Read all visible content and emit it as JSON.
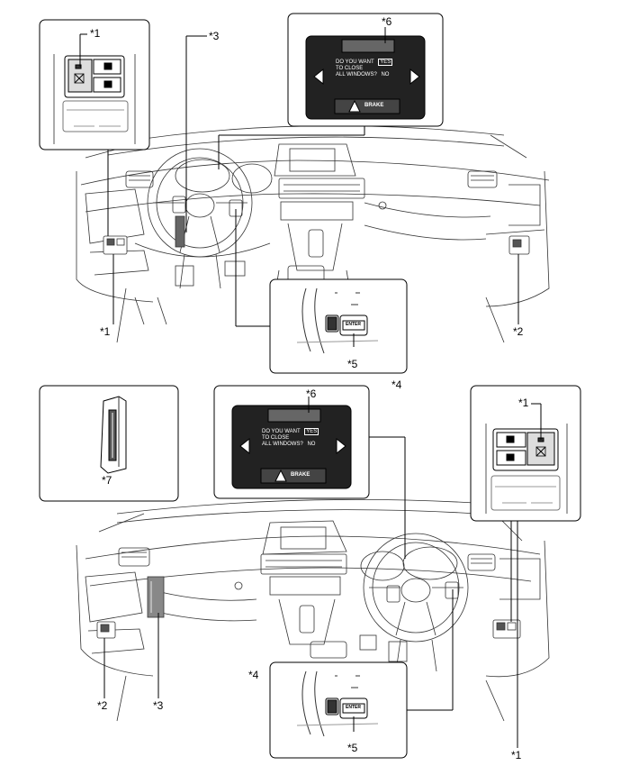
{
  "callouts": {
    "c1": "*1",
    "c2": "*2",
    "c3": "*3",
    "c4": "*4",
    "c5": "*5",
    "c6": "*6",
    "c7": "*7"
  },
  "display": {
    "question_line1": "DO YOU WANT",
    "question_line2": "TO CLOSE",
    "question_line3": "ALL WINDOWS?",
    "yes": "YES",
    "no": "NO",
    "brake": "BRAKE"
  },
  "steering_switch": {
    "enter": "ENTER"
  }
}
